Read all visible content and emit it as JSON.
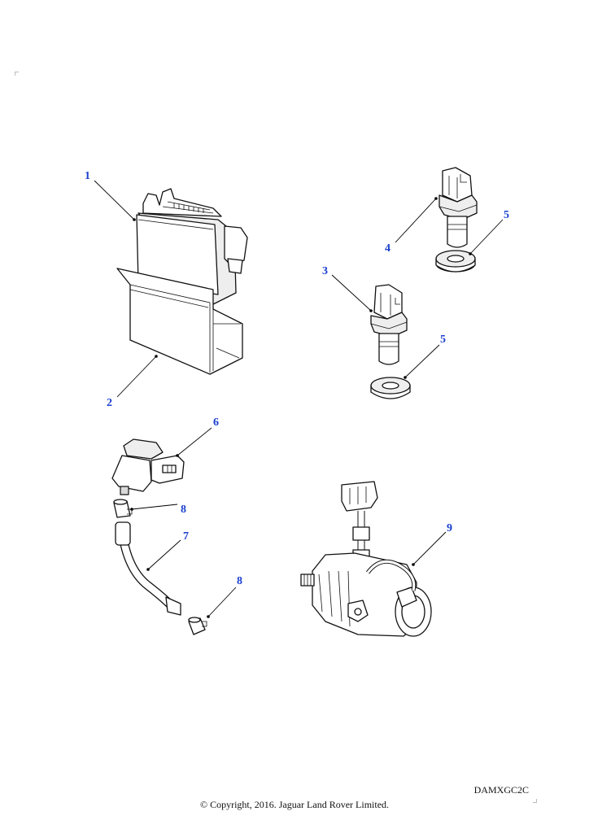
{
  "diagram": {
    "callouts": [
      "1",
      "2",
      "3",
      "4",
      "5",
      "5",
      "6",
      "7",
      "8",
      "8",
      "9"
    ],
    "reference_code": "DAMXGC2C",
    "copyright": "© Copyright, 2016. Jaguar Land Rover Limited."
  },
  "colors": {
    "callout": "#1a3fd0",
    "line": "#111111"
  }
}
